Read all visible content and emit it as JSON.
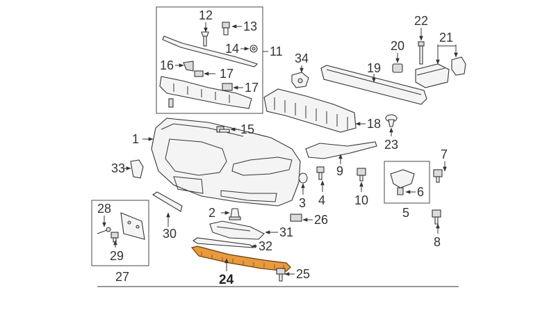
{
  "callouts": {
    "c1": "1",
    "c2": "2",
    "c3": "3",
    "c4": "4",
    "c5": "5",
    "c6": "6",
    "c7": "7",
    "c8": "8",
    "c9": "9",
    "c10": "10",
    "c11": "11",
    "c12": "12",
    "c13": "13",
    "c14": "14",
    "c15": "15",
    "c16": "16",
    "c17a": "17",
    "c17b": "17",
    "c18": "18",
    "c19": "19",
    "c20": "20",
    "c21": "21",
    "c22": "22",
    "c23": "23",
    "c24": "24",
    "c25": "25",
    "c26": "26",
    "c27": "27",
    "c28": "28",
    "c29": "29",
    "c30": "30",
    "c31": "31",
    "c32": "32",
    "c33": "33",
    "c34": "34"
  },
  "highlight": {
    "part_number": "24",
    "color": "#e89a3c"
  }
}
